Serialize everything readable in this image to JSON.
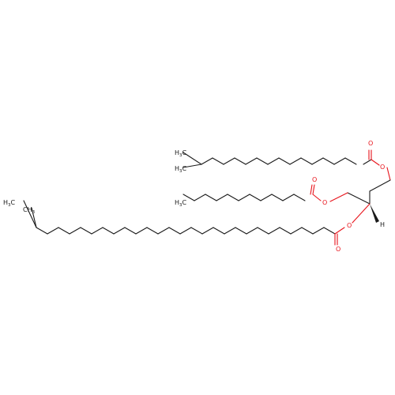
{
  "colors": {
    "carbon": "#1a1a1a",
    "oxygen": "#e8131b",
    "background": "#ffffff"
  },
  "atoms": {
    "o_ester1": "O",
    "o_carbonyl1": "O",
    "o_ester2": "O",
    "o_carbonyl2": "O",
    "o_ester3": "O",
    "o_carbonyl3": "O",
    "h_stereo": "H",
    "methyl_top_1": "H3C",
    "methyl_top_2": "H3C",
    "methyl_mid": "H3C",
    "ethyl_end": "H3C",
    "methyl_branch_bottom": "CH3"
  },
  "label_parts": {
    "h": "H",
    "c": "C",
    "three": "3"
  }
}
